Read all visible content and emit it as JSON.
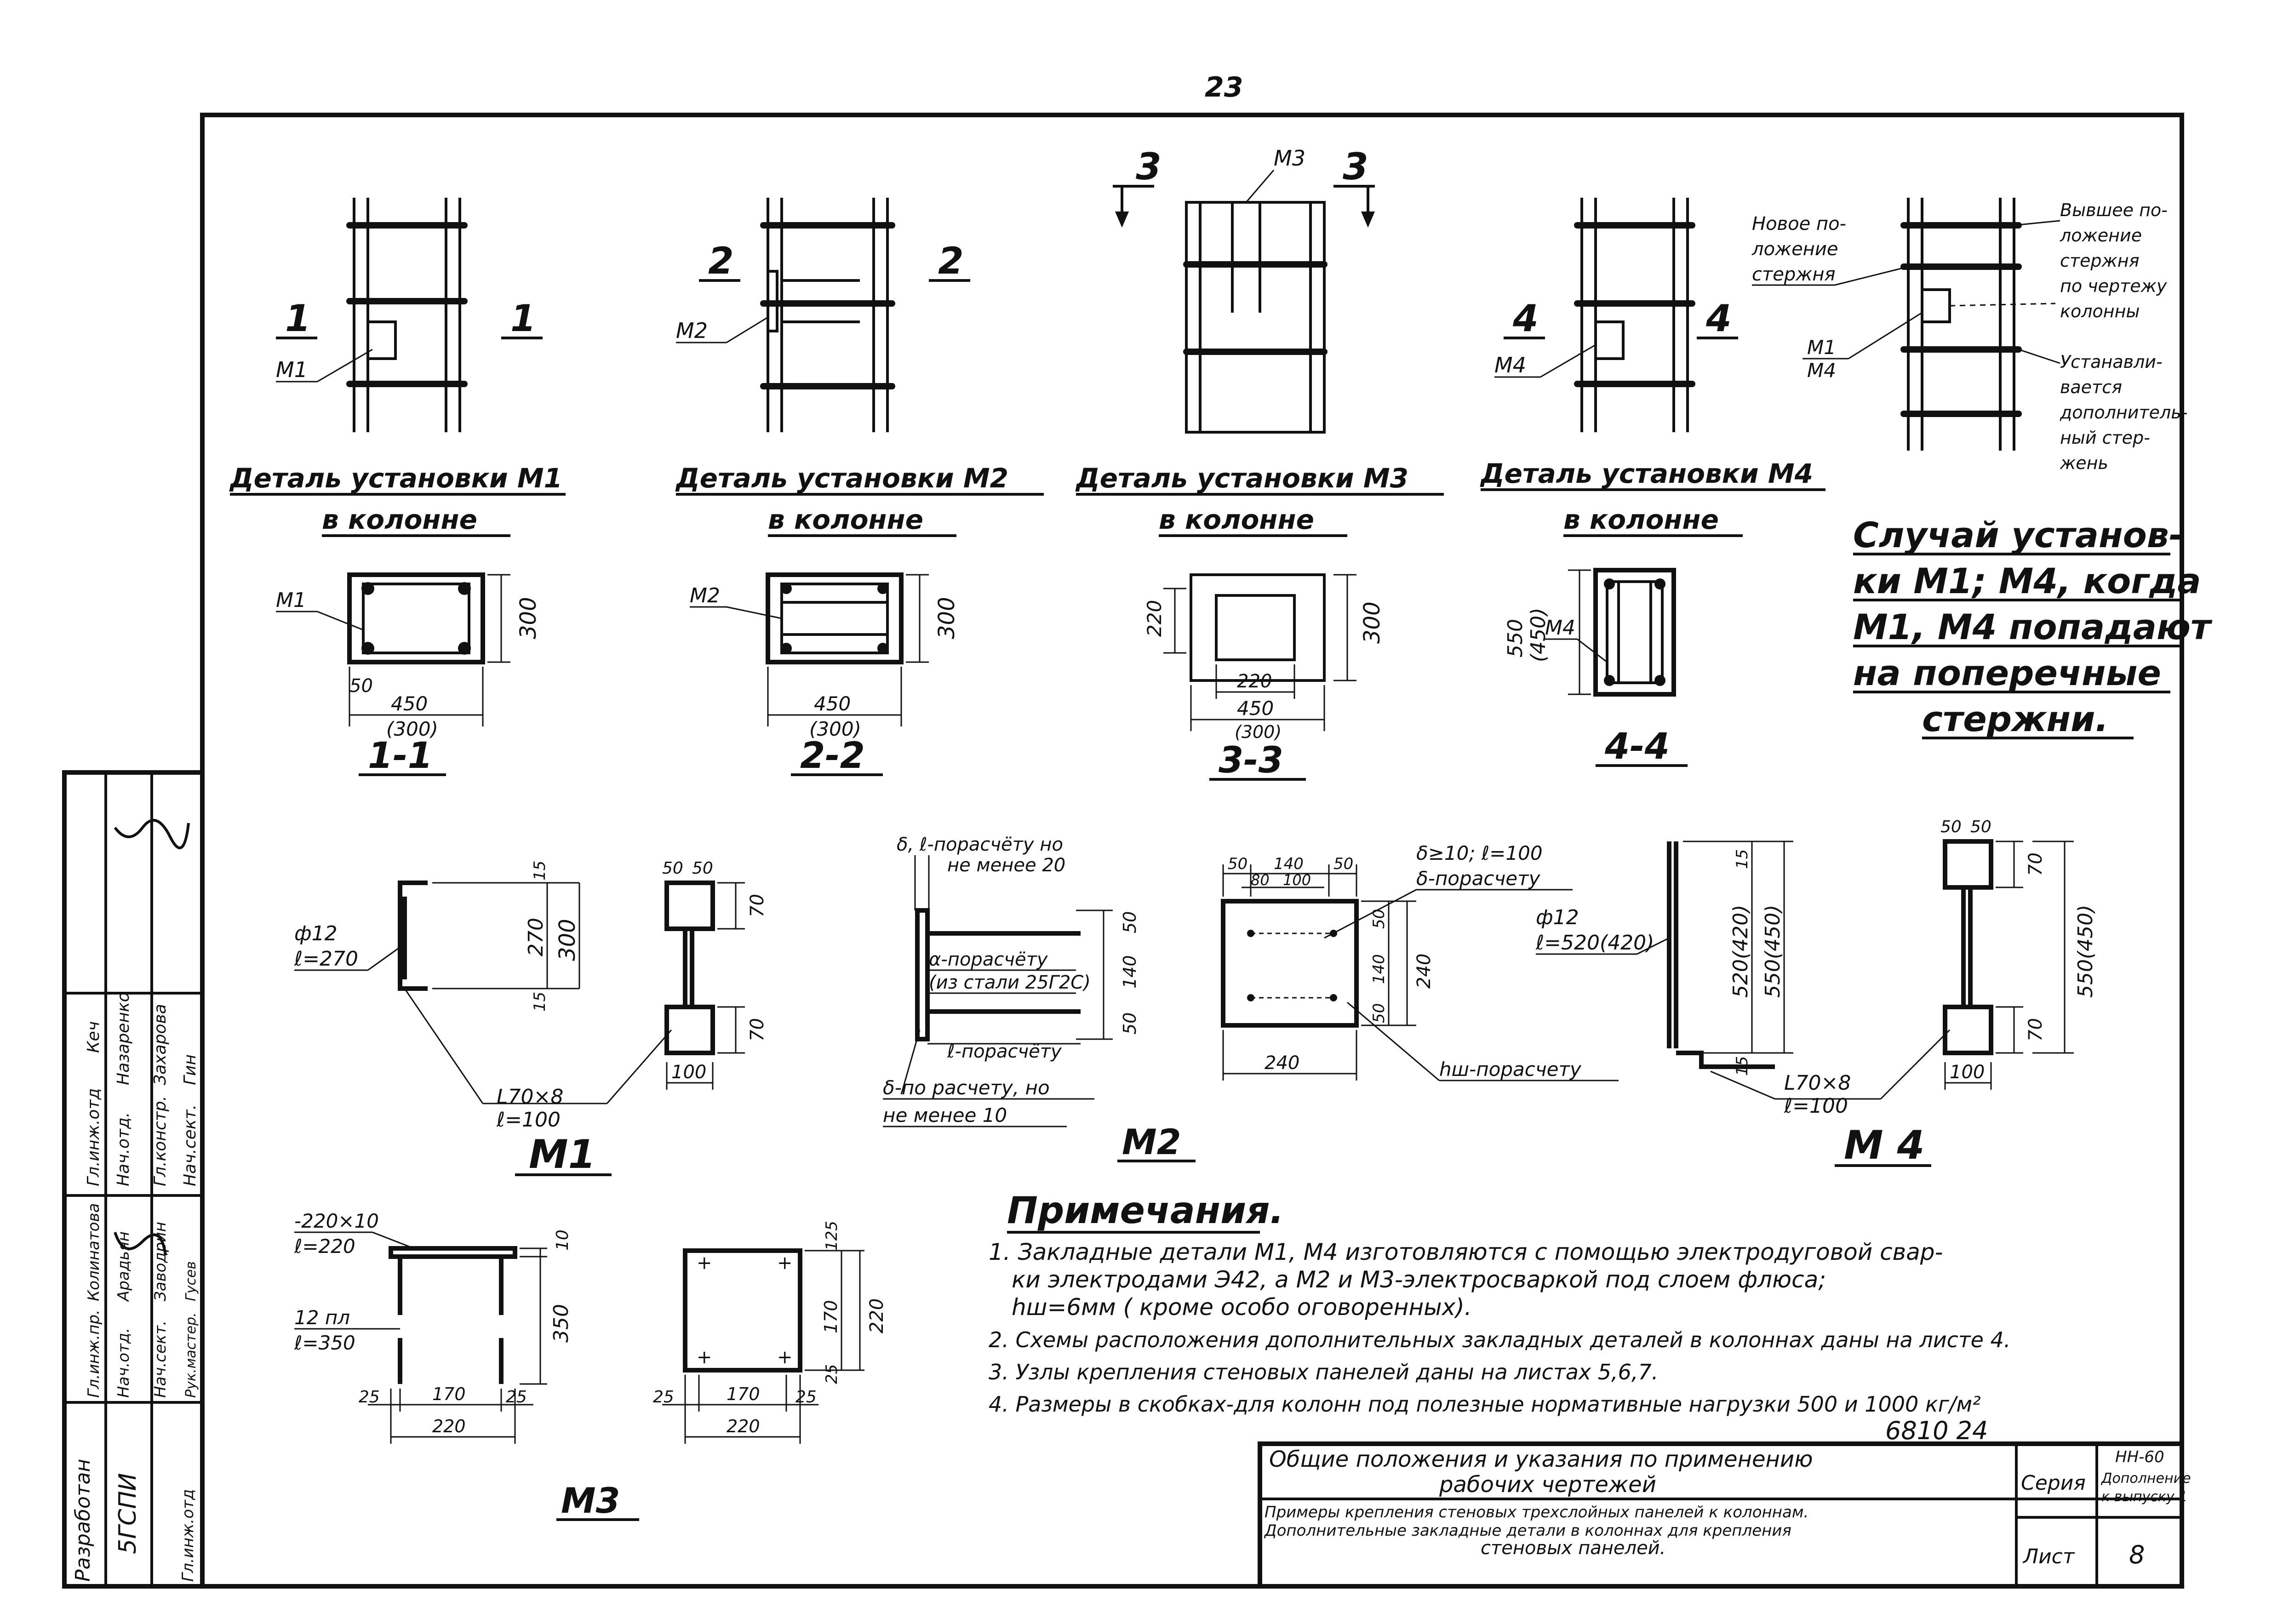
{
  "page_number": "23",
  "sections": {
    "s1": "1",
    "s2": "2",
    "s3": "3",
    "s4": "4"
  },
  "details": [
    {
      "title": "Деталь установки М1",
      "subtitle": "в колонне",
      "part": "М1"
    },
    {
      "title": "Деталь установки М2",
      "subtitle": "в колонне",
      "part": "М2"
    },
    {
      "title": "Деталь установки М3",
      "subtitle": "в колонне",
      "part": "М3"
    },
    {
      "title": "Деталь установки М4",
      "subtitle": "в колонне",
      "part": "М4"
    }
  ],
  "rebar_callout": {
    "new_position": [
      "Новое по-",
      "ложение",
      "стержня"
    ],
    "upper_position": [
      "Вывшее по-",
      "ложение",
      "стержня",
      "по чертежу",
      "колонны"
    ],
    "installed": [
      "Устанавли-",
      "вается",
      "дополнитель-",
      "ный стер-",
      "жень"
    ],
    "parts": [
      "М1",
      "М4"
    ]
  },
  "case_note": [
    "Случай установ-",
    "ки М1; М4, когда",
    "М1, М4 попадают",
    "на поперечные",
    "стержни."
  ],
  "sections_views": {
    "v11": {
      "label": "1-1",
      "part": "М1",
      "dim_w": "450",
      "dim_w2": "(300)",
      "dim_h": "300",
      "dim_s": "50"
    },
    "v22": {
      "label": "2-2",
      "part": "М2",
      "dim_w": "450",
      "dim_w2": "(300)",
      "dim_h": "300"
    },
    "v33": {
      "label": "3-3",
      "dim_w": "450",
      "dim_w2": "(300)",
      "dim_h": "300",
      "dim_in": "220",
      "dim_in_h": "220"
    },
    "v44": {
      "label": "4-4",
      "part": "М4",
      "dim_h": "550",
      "dim_h2": "(450)"
    }
  },
  "m1": {
    "label": "М1",
    "bar": "ф12",
    "bar_len": "ℓ=270",
    "angle": "L70×8",
    "angle_len": "ℓ=100",
    "d15a": "15",
    "d270": "270",
    "d300": "300",
    "d15b": "15",
    "d50a": "50",
    "d50b": "50",
    "d70a": "70",
    "d70b": "70",
    "d100": "100"
  },
  "m2": {
    "label": "М2",
    "top": [
      "δ, ℓ-порасчёту но",
      "не менее 20"
    ],
    "a": [
      "α-порасчёту",
      "(из стали 25Г2С)"
    ],
    "l": "ℓ-порасчёту",
    "bottom": [
      "δ-по расчету, но",
      "не менее 10"
    ],
    "d50a": "50",
    "d140": "140",
    "d50b": "50"
  },
  "m2b": {
    "top": [
      "δ≥10; ℓ=100",
      "δ-порасчету"
    ],
    "hw": "hш-порасчету",
    "d50": "50",
    "d140": "140",
    "d50b": "50",
    "d80": "80",
    "d100": "100",
    "dv50": "50",
    "dv140": "140",
    "dv50b": "50",
    "d240": "240",
    "d240b": "240"
  },
  "m4": {
    "label": "М 4",
    "bar": "ф12",
    "bar_len": "ℓ=520(420)",
    "angle": "L70×8",
    "angle_len": "ℓ=100",
    "d15": "15",
    "d520": "520(420)",
    "d550": "550(450)",
    "d15b": "15",
    "d50a": "50",
    "d50b": "50",
    "d70a": "70",
    "d70b": "70",
    "d550b": "550(450)",
    "d100": "100"
  },
  "m3": {
    "label": "М3",
    "plate": "-220×10",
    "plate_len": "ℓ=220",
    "bar": "12 пл",
    "bar_len": "ℓ=350",
    "d10": "10",
    "d350": "350",
    "d25a": "25",
    "d170": "170",
    "d25b": "25",
    "d220": "220",
    "p25": "25",
    "p170": "170",
    "p25b": "25",
    "p220": "220",
    "v125": "125",
    "v170": "170",
    "v25": "25",
    "v220": "220"
  },
  "notes": {
    "heading": "Примечания.",
    "items": [
      "1. Закладные детали М1, М4 изготовляются с помощью электродуговой свар-",
      "ки электродами Э42, а М2 и М3-электросваркой под слоем флюса;",
      "hш=6мм ( кроме особо оговоренных).",
      "2. Схемы расположения дополнительных закладных деталей в колоннах даны на листе 4.",
      "3. Узлы крепления стеновых панелей даны на листах 5,6,7.",
      "4. Размеры в скобках-для колонн под полезные нормативные нагрузки 500 и 1000 кг/м²"
    ]
  },
  "sheet_code": "6810 24",
  "title_block": {
    "title_1": "Общие положения и указания по применению",
    "title_2": "рабочих чертежей",
    "desc_1": "Примеры крепления стеновых трехслойных панелей к колоннам.",
    "desc_2": "Дополнительные закладные детали в колоннах для крепления",
    "desc_3": "стеновых панелей.",
    "series_label": "Серия",
    "series_value": [
      "НН-60",
      "Дополнение",
      "к выпуску 1"
    ],
    "sheet_label": "Лист",
    "sheet_value": "8"
  },
  "signatures": {
    "org_1": "Разработан",
    "org_2": "5ГСПИ",
    "org_3": "Гл.инж.отд",
    "rows": [
      [
        "Гл.инж.отд",
        "Кеч"
      ],
      [
        "Нач.отд.",
        "Назаренко"
      ],
      [
        "Гл.констр.",
        "Захарова"
      ],
      [
        "Нач.сект.",
        "Гин"
      ],
      [
        "Гл.инж.пр.",
        "Колинатова"
      ],
      [
        "Нач.отд.",
        "Арадьян"
      ],
      [
        "Нач.сект.",
        "Заводрин"
      ],
      [
        "Рук.мастер.",
        "Гусев"
      ]
    ]
  }
}
